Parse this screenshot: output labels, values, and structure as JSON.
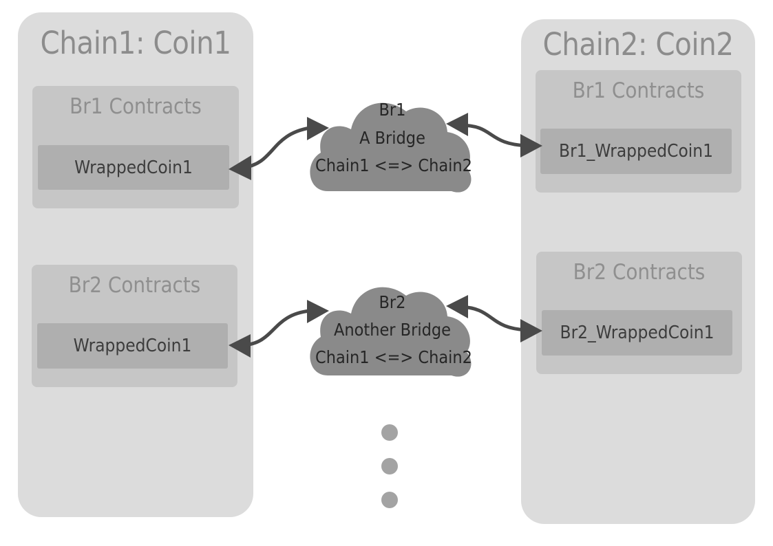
{
  "chains": {
    "left": {
      "title": "Chain1: Coin1",
      "groups": [
        {
          "title": "Br1 Contracts",
          "contract": "WrappedCoin1"
        },
        {
          "title": "Br2 Contracts",
          "contract": "WrappedCoin1"
        }
      ]
    },
    "right": {
      "title": "Chain2: Coin2",
      "groups": [
        {
          "title": "Br1 Contracts",
          "contract": "Br1_WrappedCoin1"
        },
        {
          "title": "Br2 Contracts",
          "contract": "Br2_WrappedCoin1"
        }
      ]
    }
  },
  "bridges": [
    {
      "name": "Br1",
      "description": "A Bridge",
      "route": "Chain1 <=> Chain2"
    },
    {
      "name": "Br2",
      "description": "Another Bridge",
      "route": "Chain1 <=> Chain2"
    }
  ],
  "colors": {
    "chain_bg": "#dcdcdc",
    "group_bg": "#c6c6c6",
    "contract_bg": "#afafaf",
    "cloud": "#8a8a8a",
    "arrow": "#4a4a4a",
    "dots": "#a3a3a3"
  }
}
